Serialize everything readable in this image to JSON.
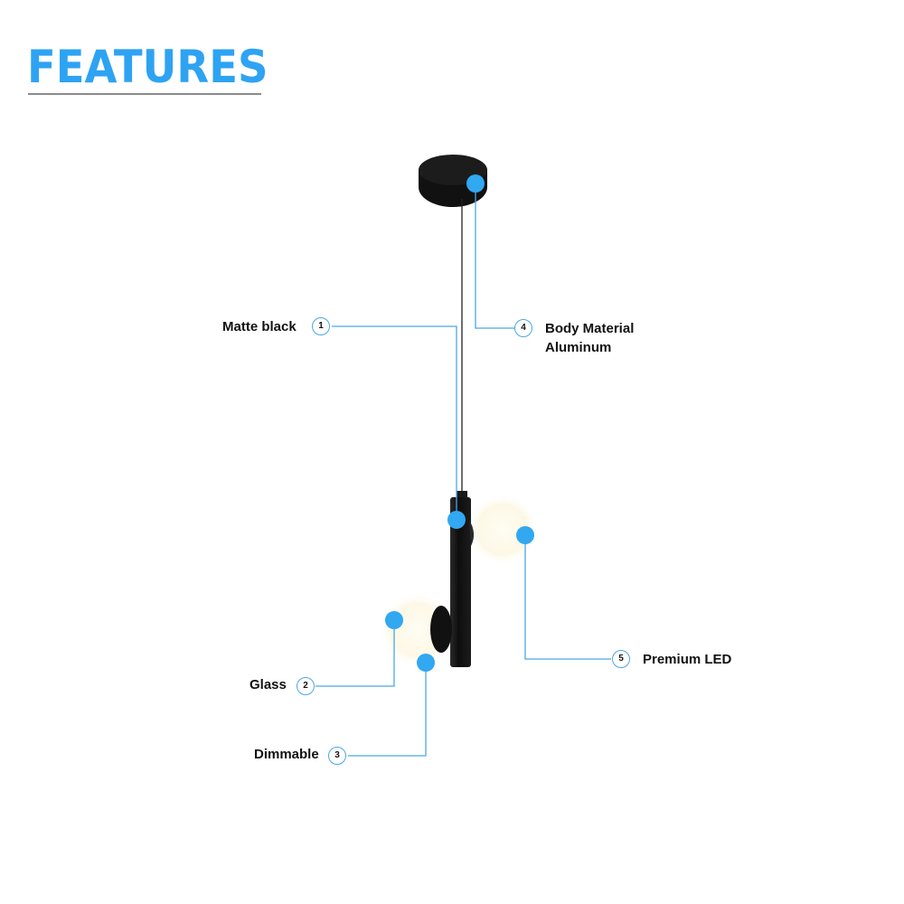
{
  "header": {
    "title": "FEATURES"
  },
  "colors": {
    "accent": "#2ea3f2",
    "line": "#4aa8e6",
    "dot": "#31a8f0",
    "fixture": "#141414"
  },
  "features": [
    {
      "number": "1",
      "label": "Matte black"
    },
    {
      "number": "2",
      "label": "Glass"
    },
    {
      "number": "3",
      "label": "Dimmable"
    },
    {
      "number": "4",
      "label": "Body Material",
      "label2": "Aluminum"
    },
    {
      "number": "5",
      "label": "Premium LED"
    }
  ]
}
